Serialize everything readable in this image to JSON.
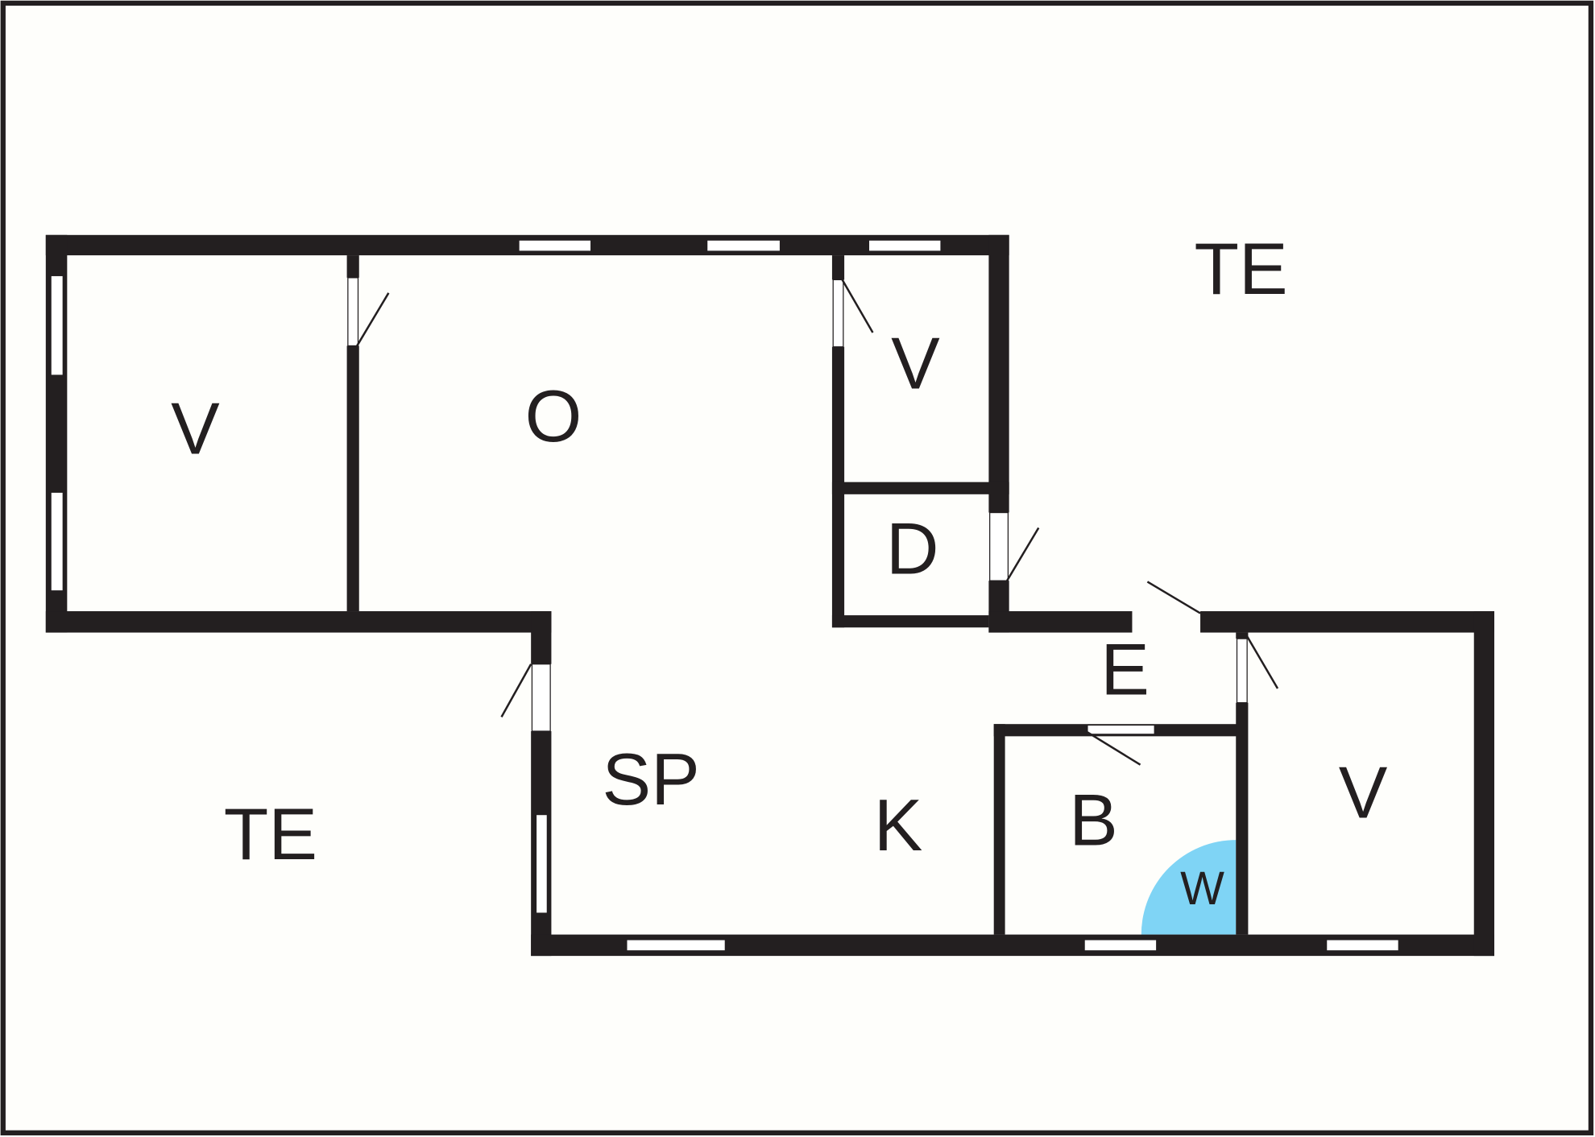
{
  "colors": {
    "wall": "#231f20",
    "background": "#fefefb",
    "wardrobe": "#7fd4f5"
  },
  "rooms": {
    "v_left": "V",
    "o": "O",
    "v_top": "V",
    "d": "D",
    "te_top": "TE",
    "e": "E",
    "sp": "SP",
    "k": "K",
    "b": "B",
    "v_right": "V",
    "te_bottom": "TE",
    "w": "W"
  }
}
